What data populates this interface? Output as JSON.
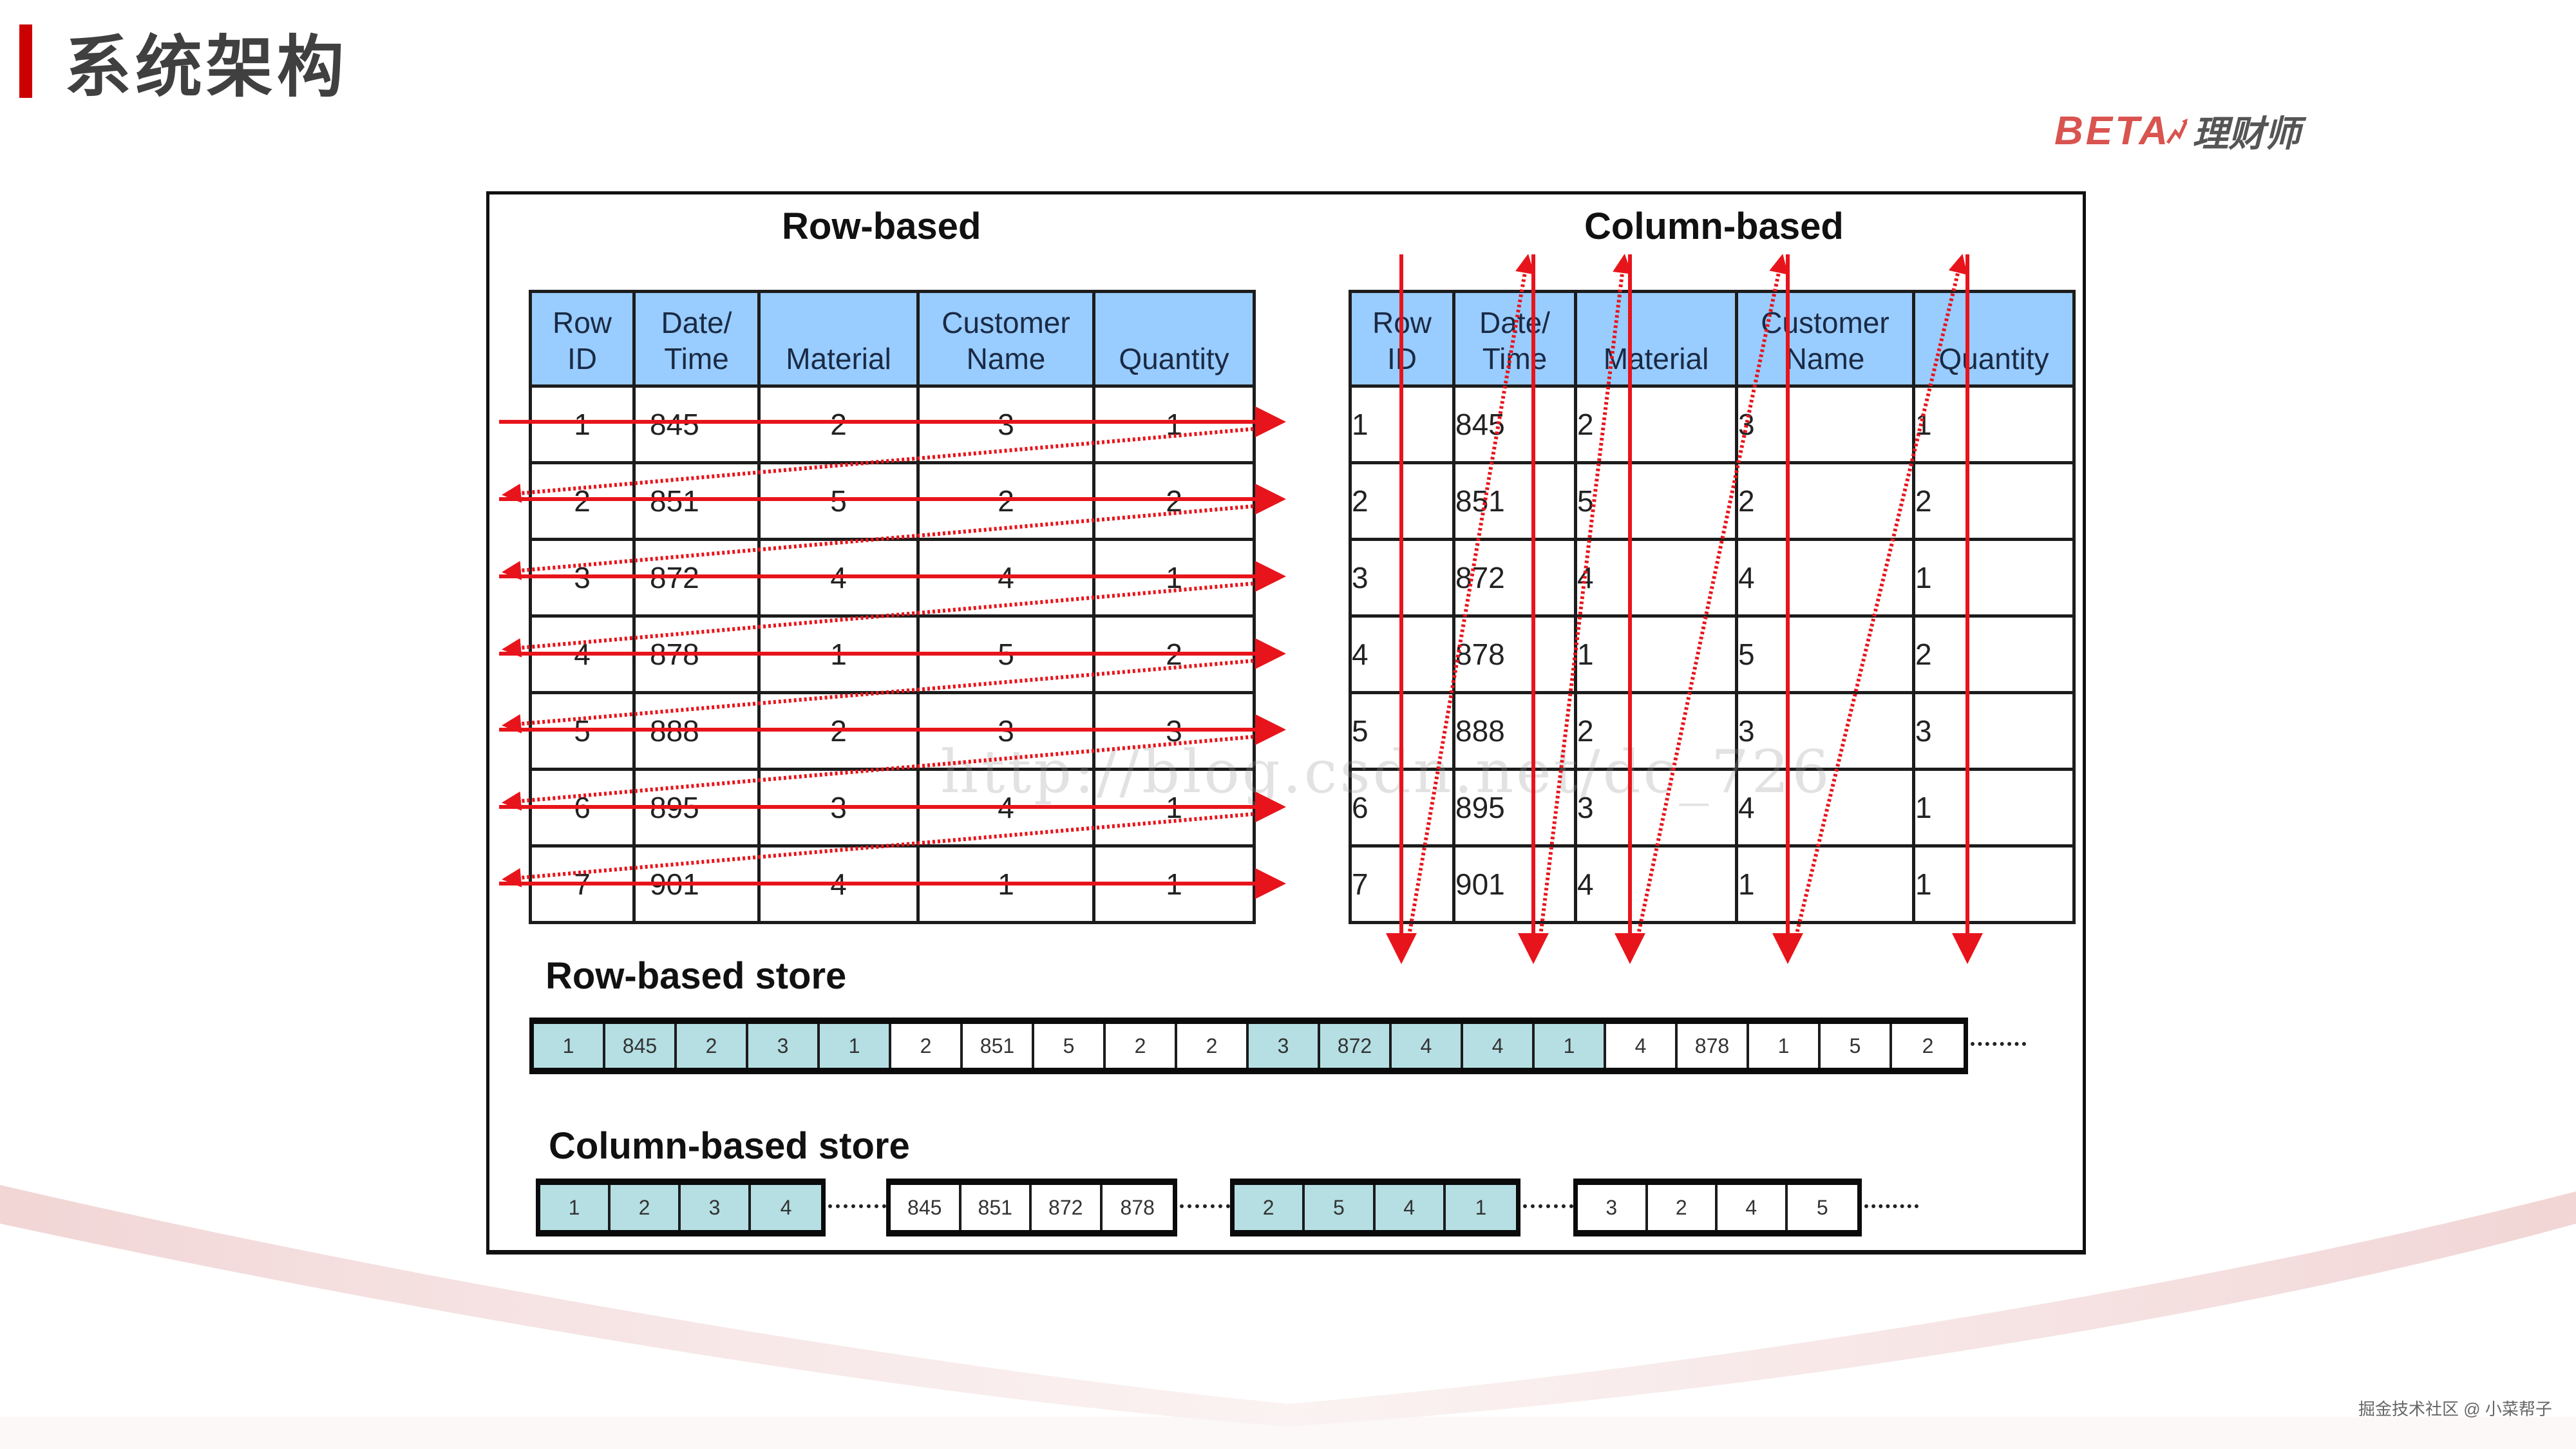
{
  "header": {
    "title": "系统架构",
    "logo_latin": "BETA",
    "logo_cn": "理财师",
    "accent_color": "#cc0000"
  },
  "diagram": {
    "row_based": {
      "title": "Row-based",
      "columns": [
        "Row ID",
        "Date/ Time",
        "Material",
        "Customer Name",
        "Quantity"
      ],
      "col_line1": [
        "Row",
        "Date/",
        "",
        "Customer",
        ""
      ],
      "col_line2": [
        "ID",
        "Time",
        "Material",
        "Name",
        "Quantity"
      ],
      "rows": [
        [
          "1",
          "845",
          "2",
          "3",
          "1"
        ],
        [
          "2",
          "851",
          "5",
          "2",
          "2"
        ],
        [
          "3",
          "872",
          "4",
          "4",
          "1"
        ],
        [
          "4",
          "878",
          "1",
          "5",
          "2"
        ],
        [
          "5",
          "888",
          "2",
          "3",
          "3"
        ],
        [
          "6",
          "895",
          "3",
          "4",
          "1"
        ],
        [
          "7",
          "901",
          "4",
          "1",
          "1"
        ]
      ],
      "scan_direction": "horizontal, row by row"
    },
    "column_based": {
      "title": "Column-based",
      "col_line1": [
        "Row",
        "Date/",
        "",
        "Customer",
        ""
      ],
      "col_line2": [
        "ID",
        "Time",
        "Material",
        "Name",
        "Quantity"
      ],
      "rows": [
        [
          "1",
          "845",
          "2",
          "3",
          "1"
        ],
        [
          "2",
          "851",
          "5",
          "2",
          "2"
        ],
        [
          "3",
          "872",
          "4",
          "4",
          "1"
        ],
        [
          "4",
          "878",
          "1",
          "5",
          "2"
        ],
        [
          "5",
          "888",
          "2",
          "3",
          "3"
        ],
        [
          "6",
          "895",
          "3",
          "4",
          "1"
        ],
        [
          "7",
          "901",
          "4",
          "1",
          "1"
        ]
      ],
      "scan_direction": "vertical, column by column"
    },
    "row_store": {
      "label": "Row-based store",
      "cells": [
        "1",
        "845",
        "2",
        "3",
        "1",
        "2",
        "851",
        "5",
        "2",
        "2",
        "3",
        "872",
        "4",
        "4",
        "1",
        "4",
        "878",
        "1",
        "5",
        "2"
      ],
      "shading": [
        "teal",
        "teal",
        "teal",
        "teal",
        "teal",
        "white",
        "white",
        "white",
        "white",
        "white",
        "teal",
        "teal",
        "teal",
        "teal",
        "teal",
        "white",
        "white",
        "white",
        "white",
        "white"
      ],
      "continuation": "......"
    },
    "column_store": {
      "label": "Column-based store",
      "groups": [
        {
          "shade": "teal",
          "cells": [
            "1",
            "2",
            "3",
            "4"
          ]
        },
        {
          "shade": "white",
          "cells": [
            "845",
            "851",
            "872",
            "878"
          ]
        },
        {
          "shade": "teal",
          "cells": [
            "2",
            "5",
            "4",
            "1"
          ]
        },
        {
          "shade": "white",
          "cells": [
            "3",
            "2",
            "4",
            "5"
          ]
        }
      ],
      "continuation": "......"
    },
    "watermark": "http://blog.csdn.net/dc_726",
    "colors": {
      "header_fill": "#99ccff",
      "store_teal": "#b5dfe3",
      "arrow_red": "#e8141b"
    }
  },
  "footer": {
    "credit": "掘金技术社区 @ 小菜帮子"
  }
}
